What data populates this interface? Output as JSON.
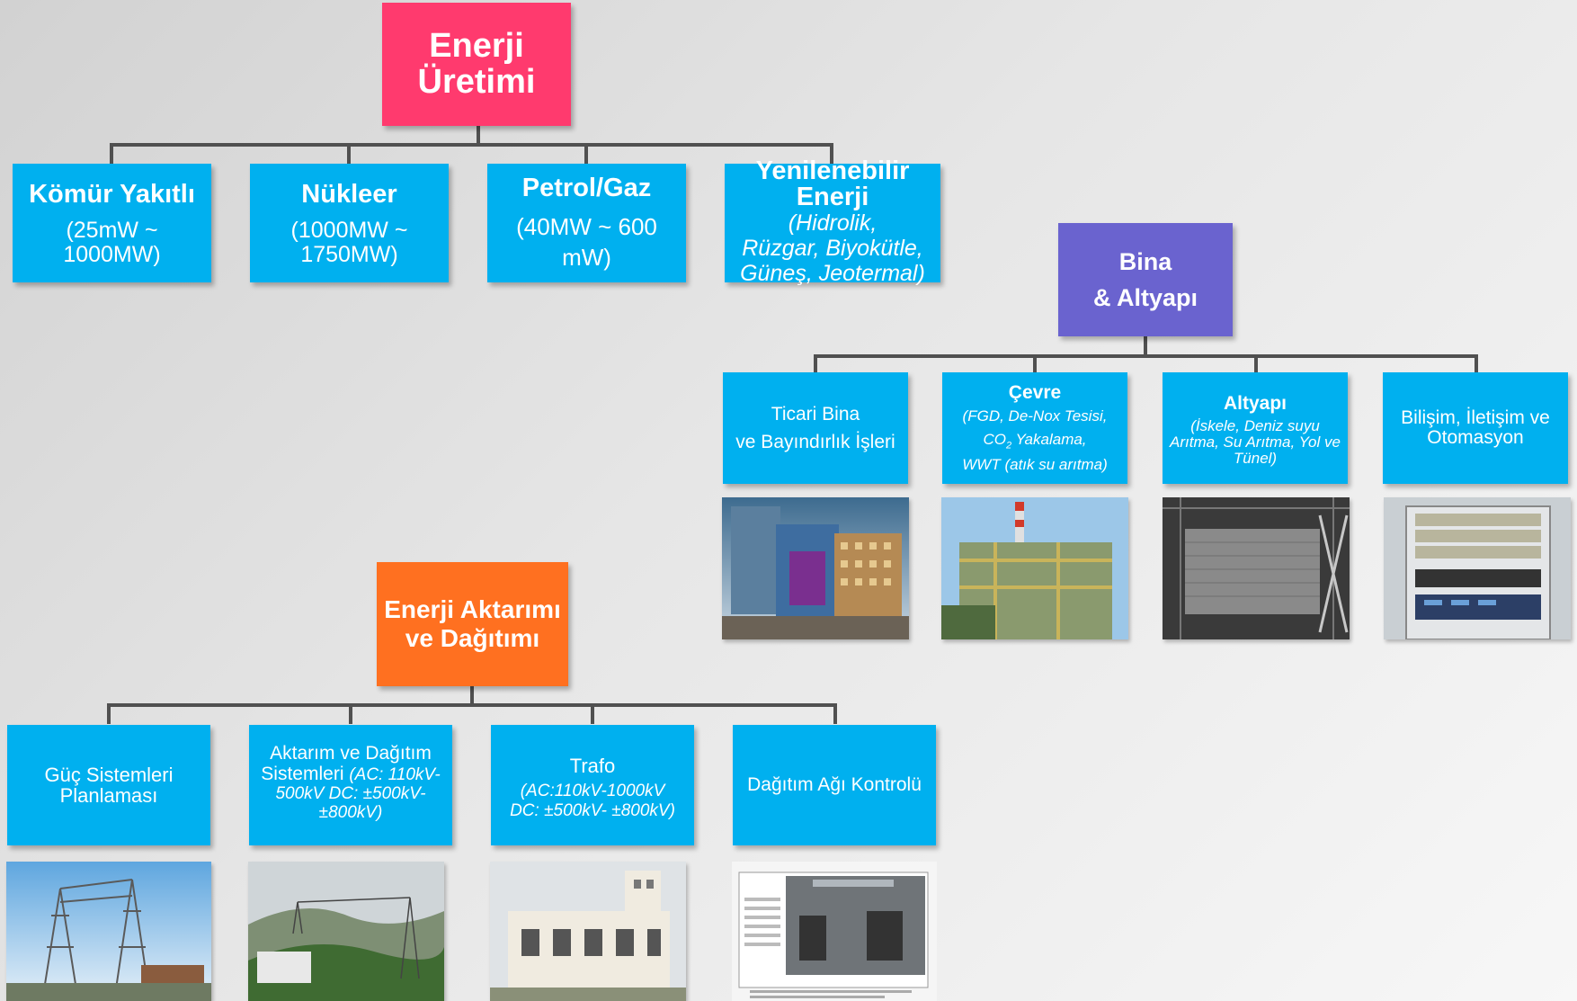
{
  "energy_production": {
    "title_line1": "Enerji",
    "title_line2": "Üretimi",
    "color": "#ff3a6e",
    "children": [
      {
        "title": "Kömür Yakıtlı",
        "sub1": "(25mW ~",
        "sub2": "1000MW)"
      },
      {
        "title": "Nükleer",
        "sub1": "(1000MW ~",
        "sub2": "1750MW)"
      },
      {
        "title": "Petrol/Gaz",
        "sub1": "(40MW ~ 600",
        "sub2": "mW)"
      },
      {
        "title1": "Yenilenebilir",
        "title2": "Enerji",
        "sub1": "(Hidrolik,",
        "sub2": "Rüzgar, Biyokütle,",
        "sub3": "Güneş, Jeotermal)"
      }
    ]
  },
  "building_infrastructure": {
    "title_line1": "Bina",
    "title_line2": "& Altyapı",
    "color": "#6a63cf",
    "children": [
      {
        "line1": "Ticari Bina",
        "line2": "ve Bayındırlık İşleri",
        "image": "commercial-building"
      },
      {
        "title": "Çevre",
        "sub1": "(FGD, De-Nox Tesisi,",
        "sub2a": "CO",
        "sub2sub": "2",
        "sub2b": " Yakalama,",
        "sub3": "WWT (atık su arıtma)",
        "image": "power-plant-structure"
      },
      {
        "title": "Altyapı",
        "sub1": "(İskele, Deniz suyu",
        "sub2": "Arıtma, Su Arıtma, Yol ve",
        "sub3": "Tünel)",
        "image": "cooling-tower-structure"
      },
      {
        "line1": "Bilişim, İletişim ve",
        "line2": "Otomasyon",
        "image": "server-rack"
      }
    ]
  },
  "transmission_distribution": {
    "title_line1": "Enerji Aktarımı",
    "title_line2": "ve Dağıtımı",
    "color": "#ff7020",
    "children": [
      {
        "line1": "Güç Sistemleri",
        "line2": "Planlaması",
        "image": "substation-towers"
      },
      {
        "line1": "Aktarım ve Dağıtım",
        "line2a": "Sistemleri ",
        "line2b": "(AC: 110kV-",
        "line3": "500kV DC: ±500kV-",
        "line4": "±800kV)",
        "image": "transmission-lines-hills"
      },
      {
        "line1": "Trafo",
        "sub1": "(AC:110kV-1000kV",
        "sub2": "DC: ±500kV- ±800kV)",
        "image": "converter-station"
      },
      {
        "line1": "Dağıtım Ağı Kontrolü",
        "image": "control-room-document"
      }
    ]
  },
  "child_color": "#00b0ef"
}
